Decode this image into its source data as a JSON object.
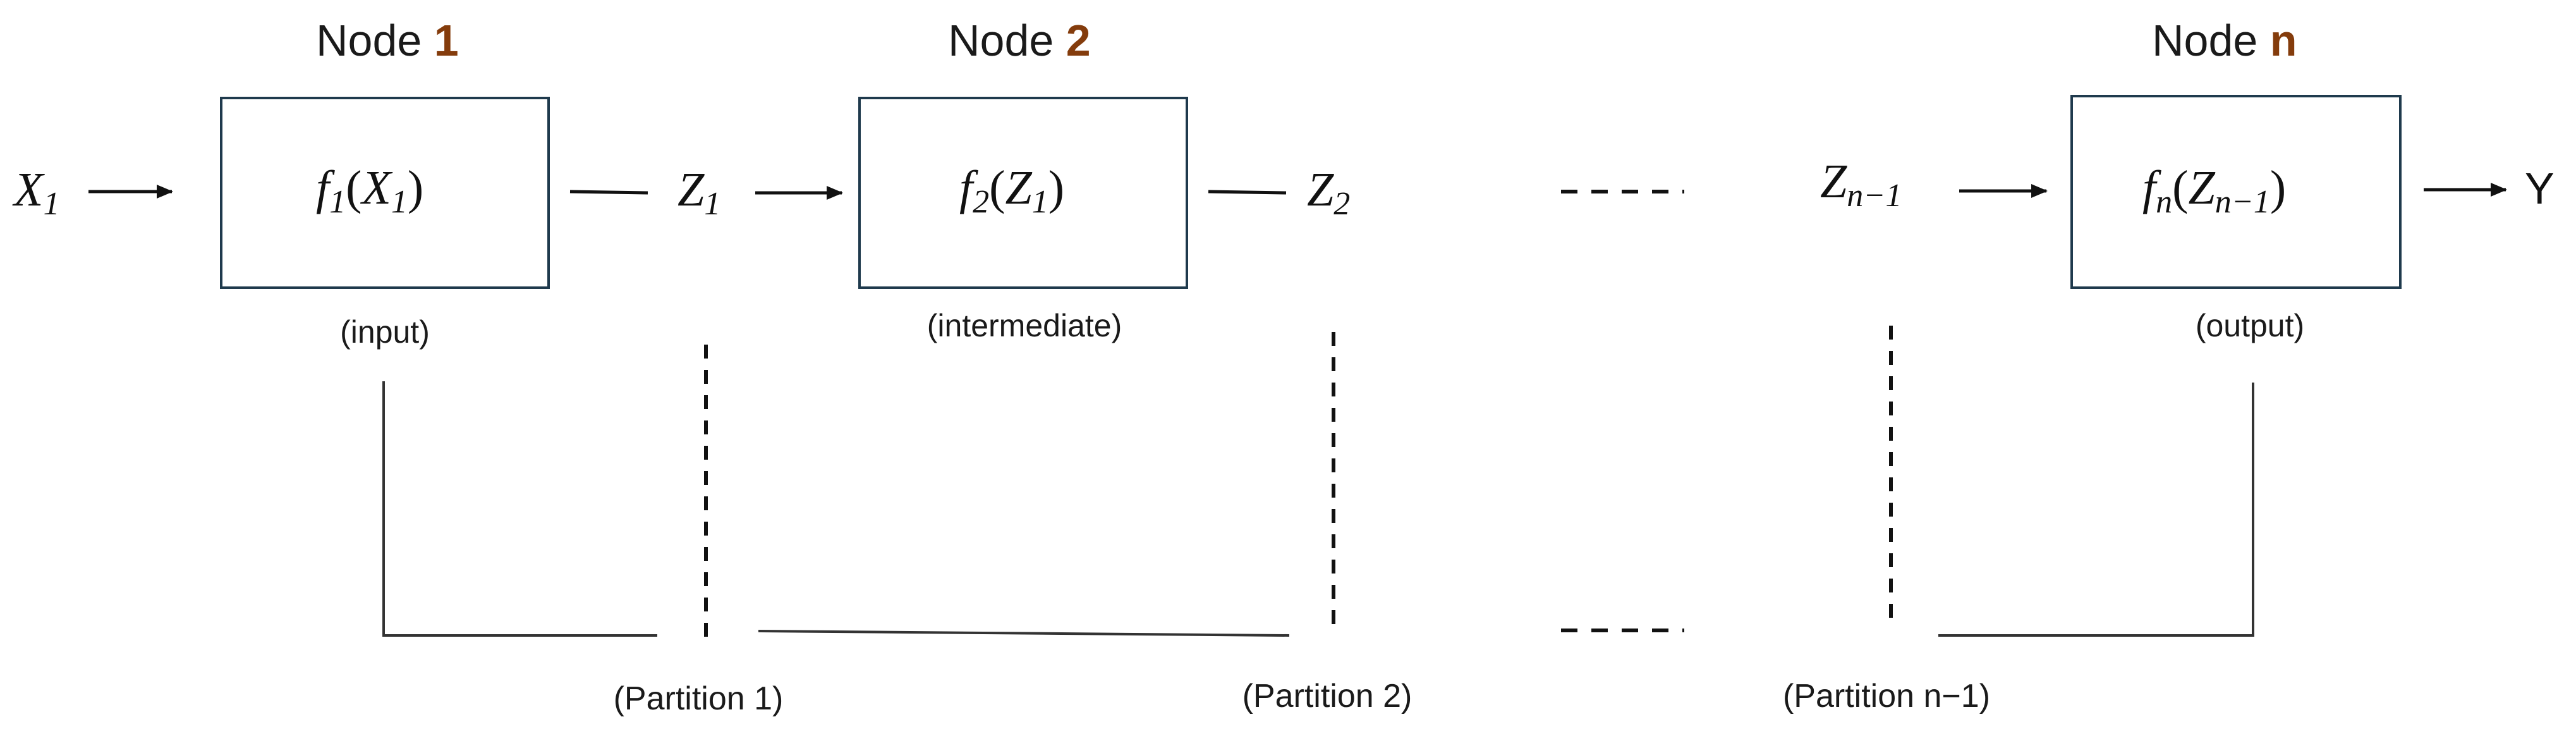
{
  "colors": {
    "node_number": "#843c0c",
    "box_stroke": "#1f3a4d",
    "line": "#111111"
  },
  "nodes": [
    {
      "title": "Node ",
      "number": "1",
      "func": "f",
      "func_sub": "1",
      "arg": "X",
      "arg_sub": "1",
      "role": "(input)"
    },
    {
      "title": "Node ",
      "number": "2",
      "func": "f",
      "func_sub": "2",
      "arg": "Z",
      "arg_sub": "1",
      "role": "(intermediate)"
    },
    {
      "title": "Node ",
      "number": "n",
      "func": "f",
      "func_sub": "n",
      "arg": "Z",
      "arg_sub": "n−1",
      "role": "(output)"
    }
  ],
  "input_var": {
    "name": "X",
    "sub": "1"
  },
  "intermediates": [
    {
      "name": "Z",
      "sub": "1"
    },
    {
      "name": "Z",
      "sub": "2"
    },
    {
      "name": "Z",
      "sub": "n−1"
    }
  ],
  "output_var": "Y",
  "partitions": [
    "(Partition 1)",
    "(Partition 2)",
    "(Partition n−1)"
  ]
}
